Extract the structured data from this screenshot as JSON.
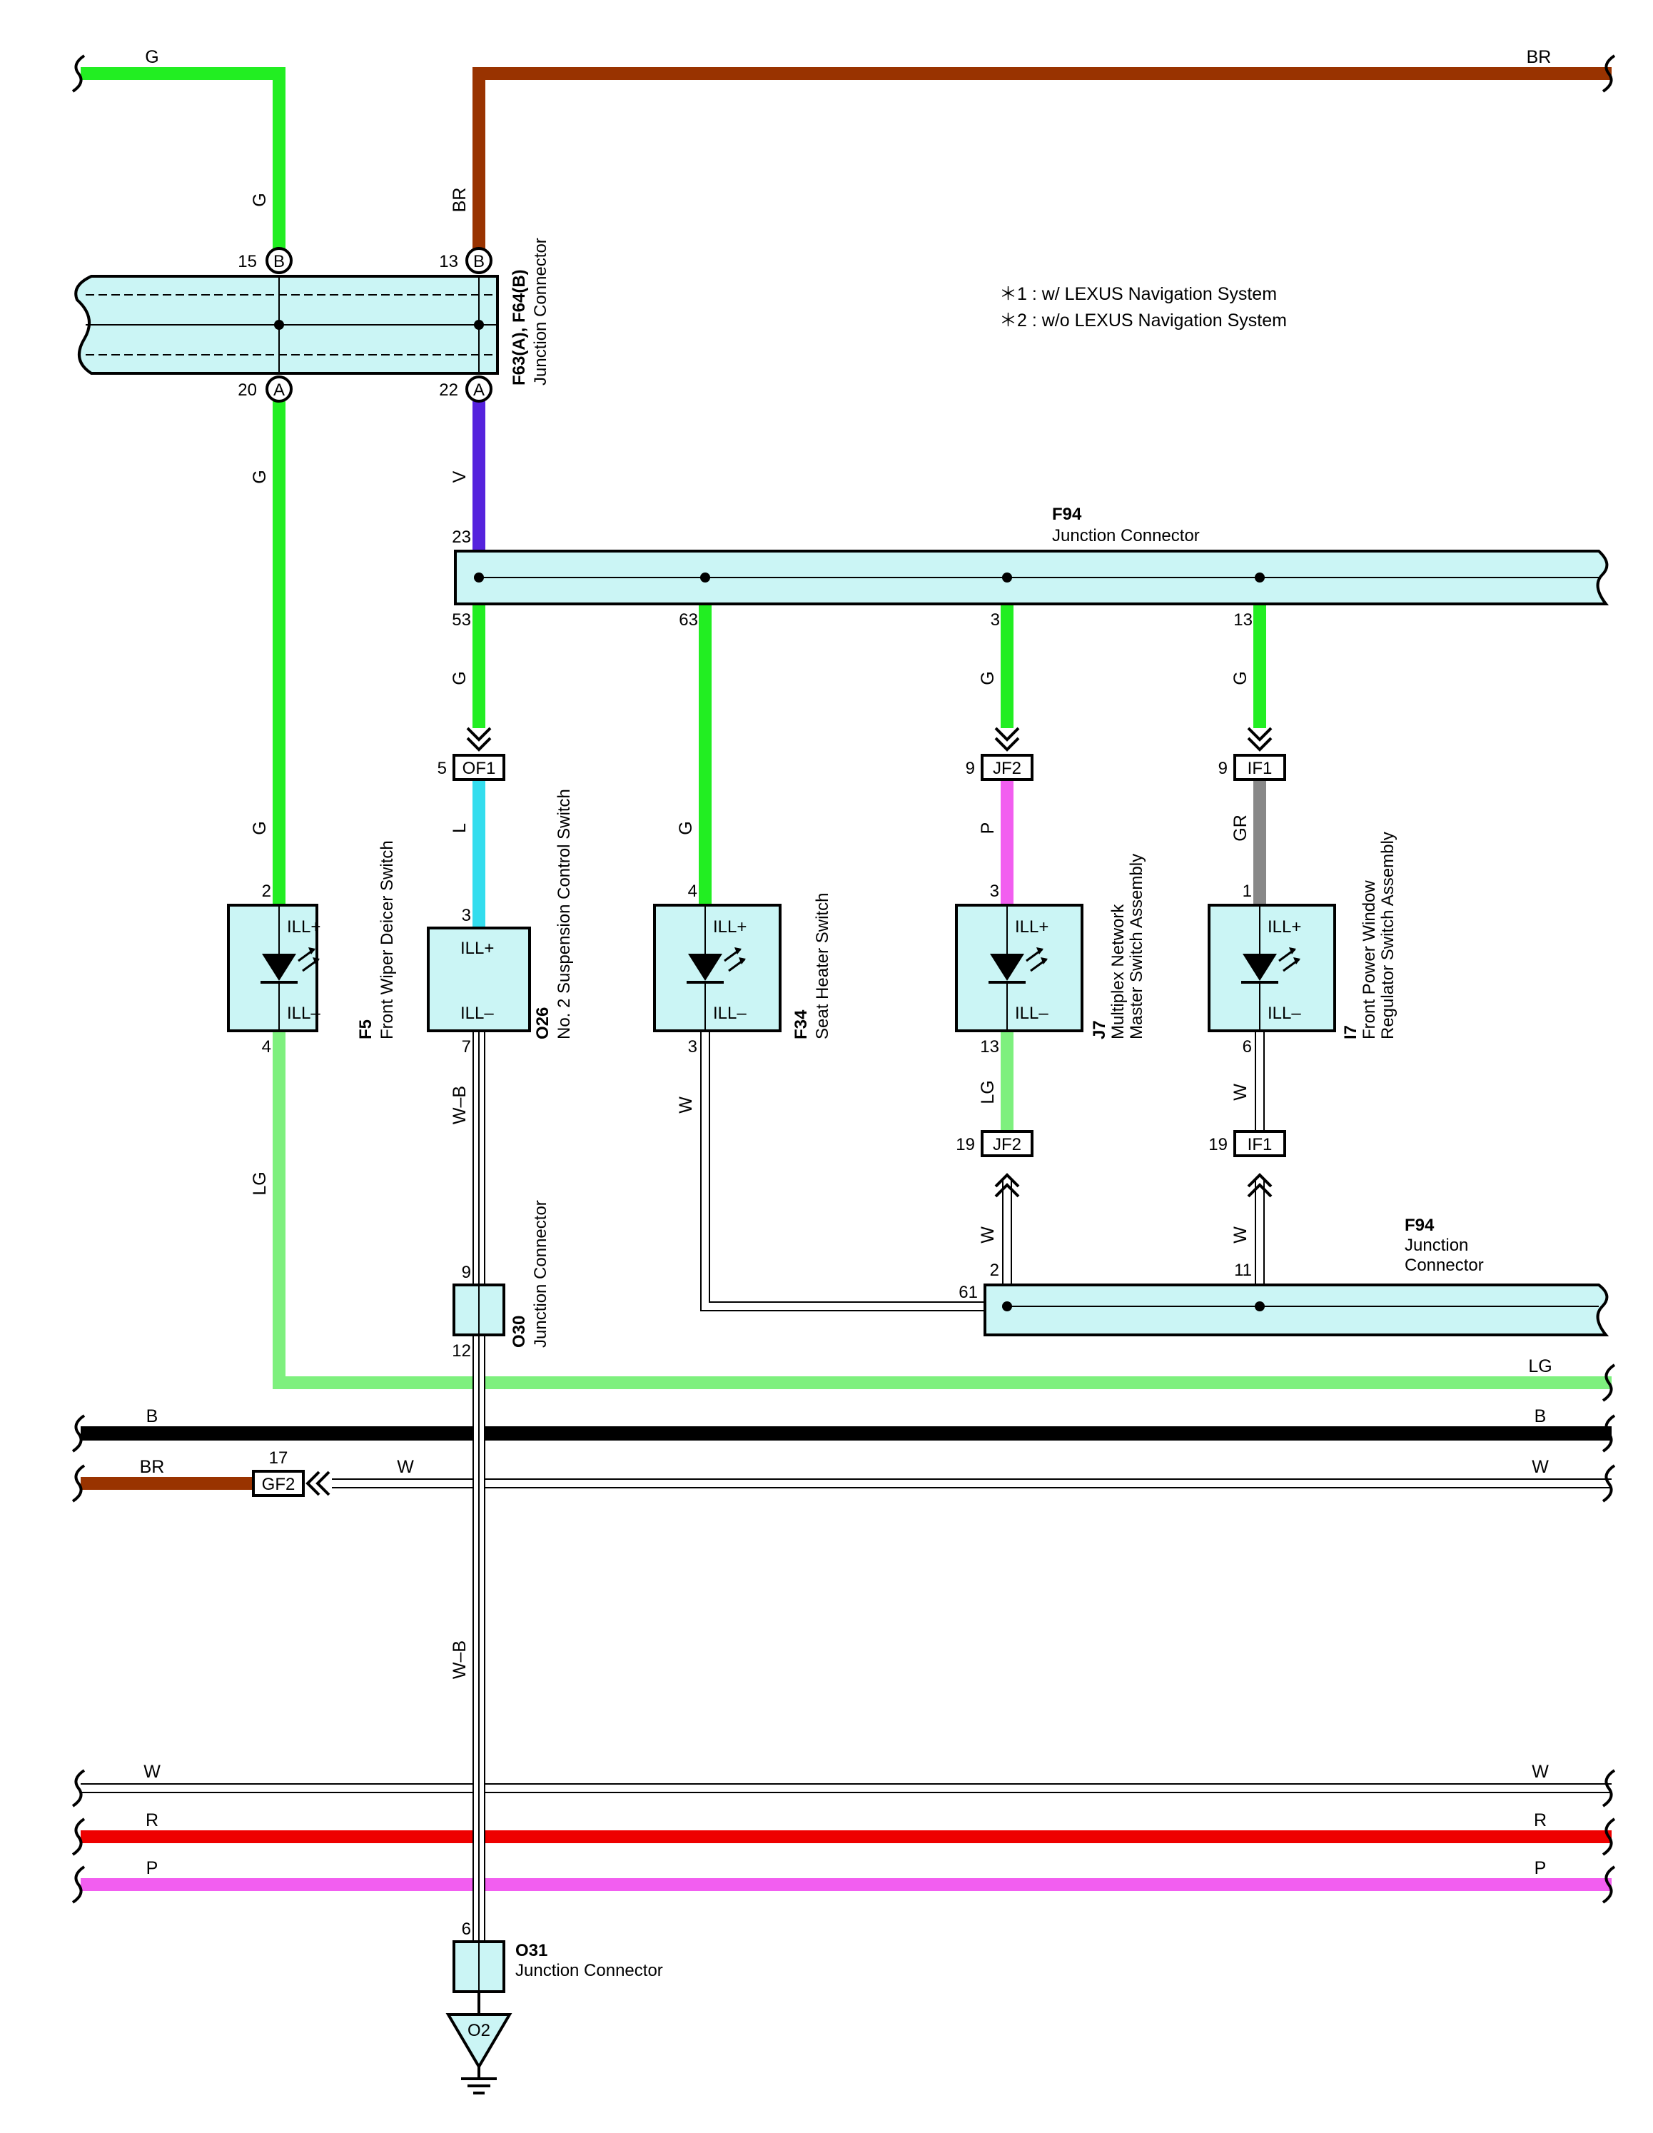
{
  "notes": [
    "＊1 : w/ LEXUS Navigation System",
    "＊2 : w/o LEXUS Navigation System"
  ],
  "colors": {
    "G": "#22ee22",
    "BR": "#993300",
    "V": "#5522dd",
    "L": "#33ddee",
    "P": "#f25ef0",
    "GR": "#888888",
    "LG": "#7ef07e",
    "B": "#000000",
    "R": "#ee0000",
    "W": "#ffffff",
    "connector_fill": "#cbf5f5"
  },
  "wire_labels": {
    "top_g": "G",
    "top_br": "BR",
    "top_br_right": "BR",
    "g_above_jc": "G",
    "br_above_jc": "BR",
    "g_below_jc": "G",
    "v_below_jc": "V",
    "g53": "G",
    "g63": "G",
    "g3": "G",
    "g13": "G",
    "l_of1": "L",
    "p_jf2": "P",
    "gr_if1": "GR",
    "g_f5": "G",
    "g_f34": "G",
    "wb_o26": "W–B",
    "w_f34": "W",
    "lg_j7": "LG",
    "w_i7": "W",
    "w_jf2_low": "W",
    "w_if1_low": "W",
    "lg_f5": "LG",
    "lg_bus": "LG",
    "b_left": "B",
    "b_right": "B",
    "br_gf2": "BR",
    "w_gf2": "W",
    "w_right": "W",
    "wb_lower": "W–B",
    "w2_left": "W",
    "w2_right": "W",
    "r_left": "R",
    "r_right": "R",
    "p_left": "P",
    "p_right": "P"
  },
  "junction_f63": {
    "title": "F63(A), F64(B)",
    "name": "Junction Connector",
    "pins": {
      "p15": "15",
      "p13": "13",
      "p20": "20",
      "p22": "22"
    },
    "letters": {
      "b1": "B",
      "b2": "B",
      "a1": "A",
      "a2": "A"
    }
  },
  "junction_f94_top": {
    "title": "F94",
    "name": "Junction Connector",
    "pins": {
      "p23": "23",
      "p53": "53",
      "p63": "63",
      "p3": "3",
      "p13": "13"
    }
  },
  "junction_f94_low": {
    "title": "F94",
    "name1": "Junction",
    "name2": "Connector",
    "pins": {
      "p61": "61",
      "p2": "2",
      "p11": "11"
    }
  },
  "inline_connectors": {
    "of1": {
      "code": "OF1",
      "pin": "5"
    },
    "jf2_top": {
      "code": "JF2",
      "pin": "9"
    },
    "if1_top": {
      "code": "IF1",
      "pin": "9"
    },
    "jf2_low": {
      "code": "JF2",
      "pin": "19"
    },
    "if1_low": {
      "code": "IF1",
      "pin": "19"
    },
    "gf2": {
      "code": "GF2",
      "pin": "17"
    }
  },
  "components": {
    "f5": {
      "id": "F5",
      "name": "Front Wiper Deicer Switch",
      "pin_top": "2",
      "pin_bottom": "4",
      "ill_plus": "ILL+",
      "ill_minus": "ILL–"
    },
    "o26": {
      "id": "O26",
      "name": "No. 2 Suspension Control Switch",
      "pin_top": "3",
      "pin_bottom": "7",
      "ill_plus": "ILL+",
      "ill_minus": "ILL–"
    },
    "f34": {
      "id": "F34",
      "name": "Seat Heater Switch",
      "pin_top": "4",
      "pin_bottom": "3",
      "ill_plus": "ILL+",
      "ill_minus": "ILL–"
    },
    "j7": {
      "id": "J7",
      "name1": "Multiplex Network",
      "name2": "Master Switch Assembly",
      "pin_top": "3",
      "pin_bottom": "13",
      "ill_plus": "ILL+",
      "ill_minus": "ILL–"
    },
    "i7": {
      "id": "I7",
      "name1": "Front Power Window",
      "name2": "Regulator Switch Assembly",
      "pin_top": "1",
      "pin_bottom": "6",
      "ill_plus": "ILL+",
      "ill_minus": "ILL–"
    }
  },
  "o30": {
    "id": "O30",
    "name": "Junction Connector",
    "pin_top": "9",
    "pin_bottom": "12"
  },
  "o31": {
    "id": "O31",
    "name": "Junction Connector",
    "pin": "6"
  },
  "ground": {
    "label": "O2"
  }
}
